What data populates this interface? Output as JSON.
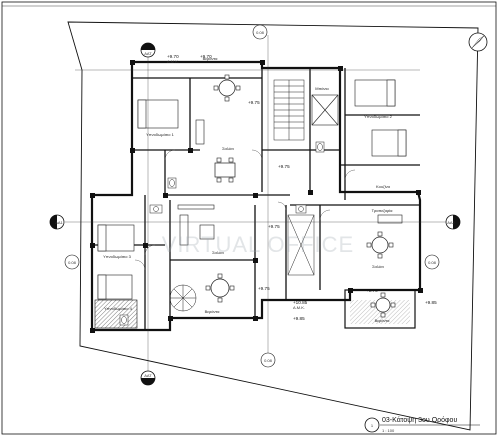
{
  "drawing": {
    "title": "03-Κάτοψη 3ου Ορόφου",
    "scale": "1 : 100",
    "view_number": "1"
  },
  "watermark": "VIRTUAL OFFICE",
  "section_markers": {
    "top": "ΑΑΤ",
    "bottom": "ΑΑΤ",
    "left": "ΑΑ1",
    "right": "ΑΑ2"
  },
  "grid_bubbles": [
    "0.08",
    "0.08",
    "0.08",
    "0.08"
  ],
  "levels": [
    "+9.70",
    "+9.70",
    "+9.75",
    "+9.75",
    "+9.75",
    "+9.75",
    "+10.85",
    "+9.85",
    "+9.85",
    "+9.70"
  ],
  "level_tags": [
    "Α.Μ.Κ.",
    "Α.Μ.Κ."
  ],
  "rooms": {
    "living_left": "Σαλόνι",
    "living_center": "Σαλόνι",
    "living_right": "Σαλόνι",
    "bed_1": "Υπνοδωμάτιο 1",
    "bed_2": "Υπνοδωμάτιο 2",
    "bed_3": "Υπνοδωμάτιο 3",
    "bed_4": "Υπνοδωμάτιο 4",
    "dining": "Τραπεζαρία",
    "kitchen": "Κουζίνα",
    "bath": "Μπάνιο",
    "balcony_1": "Βεράντα",
    "balcony_2": "Βεράντα",
    "balcony_3": "Βεράντα"
  },
  "north_arrow": "north-arrow-icon"
}
